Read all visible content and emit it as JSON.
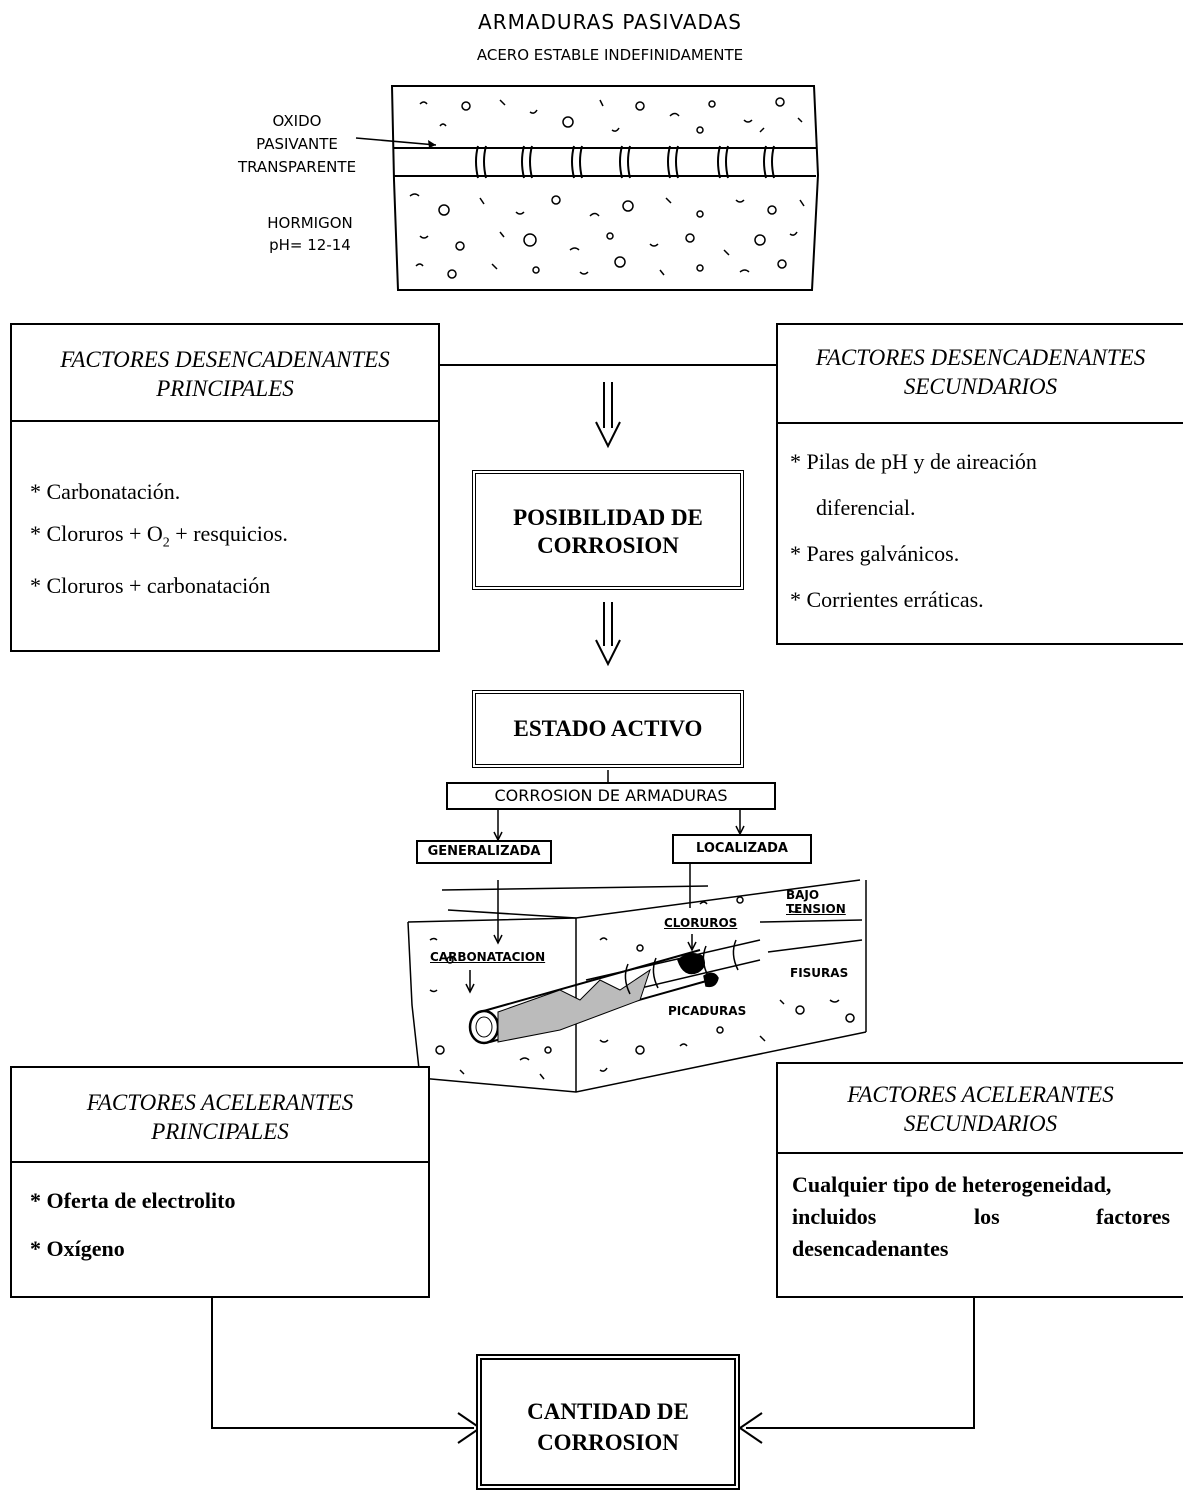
{
  "top": {
    "title": "ARMADURAS PASIVADAS",
    "subtitle": "ACERO ESTABLE INDEFINIDAMENTE",
    "oxide_label": [
      "OXIDO",
      "PASIVANTE",
      "TRANSPARENTE"
    ],
    "concrete_label": [
      "HORMIGON",
      "pH= 12-14"
    ]
  },
  "left_top": {
    "header": [
      "FACTORES DESENCADENANTES",
      "PRINCIPALES"
    ],
    "items": [
      "* Carbonatación.",
      "* Cloruros  +  O",
      "* Cloruros + carbonatación"
    ],
    "o2_sub": "2",
    "o2_rest": " +   resquicios."
  },
  "right_top": {
    "header": [
      "FACTORES DESENCADENANTES",
      "SECUNDARIOS"
    ],
    "items": [
      "* Pilas de pH y de  aireación",
      "diferencial.",
      "* Pares galvánicos.",
      "* Corrientes erráticas."
    ]
  },
  "center": {
    "posibilidad": [
      "POSIBILIDAD DE",
      "CORROSION"
    ],
    "estado": "ESTADO ACTIVO",
    "corrosion": "CORROSION  DE  ARMADURAS",
    "generalizada": "GENERALIZADA",
    "localizada": "LOCALIZADA",
    "cantidad": [
      "CANTIDAD DE",
      "CORROSION"
    ]
  },
  "sketch": {
    "bajo": "BAJO",
    "tension": "TENSION",
    "cloruros": "CLORUROS",
    "carbonatacion": "CARBONATACION",
    "fisuras": "FISURAS",
    "picaduras": "PICADURAS"
  },
  "left_bottom": {
    "header": [
      "FACTORES ACELERANTES",
      "PRINCIPALES"
    ],
    "items": [
      "* Oferta de electrolito",
      "* Oxígeno"
    ]
  },
  "right_bottom": {
    "header": [
      "FACTORES ACELERANTES",
      "SECUNDARIOS"
    ],
    "text": [
      "Cualquier tipo  de  heterogeneidad,",
      "incluidos",
      "los",
      "factores",
      "desencadenantes"
    ]
  }
}
